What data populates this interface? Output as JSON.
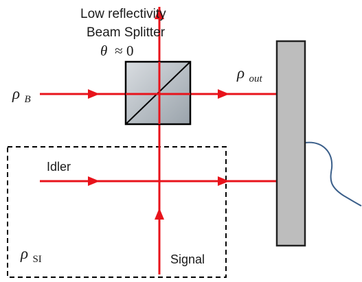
{
  "labels": {
    "splitter_line1": "Low reflectivity",
    "splitter_line2": "Beam Splitter",
    "theta_symbol": "θ",
    "theta_relation": "≈ 0",
    "rho_symbol": "ρ",
    "rho_b_sub": "B",
    "rho_out_sub": "out",
    "rho_si_sub": "SI",
    "idler": "Idler",
    "signal": "Signal"
  },
  "colors": {
    "beam": "#e8131b",
    "box_stroke": "#000000",
    "detector_fill": "#bdbdbd",
    "detector_stroke": "#222222",
    "splitter_fill": "#b9c0c6",
    "fiber": "#3b5f8a"
  },
  "icons": [
    "arrow-up-icon",
    "arrow-right-icon",
    "beam-splitter-icon",
    "detector-plate-icon",
    "optical-fiber-icon"
  ]
}
